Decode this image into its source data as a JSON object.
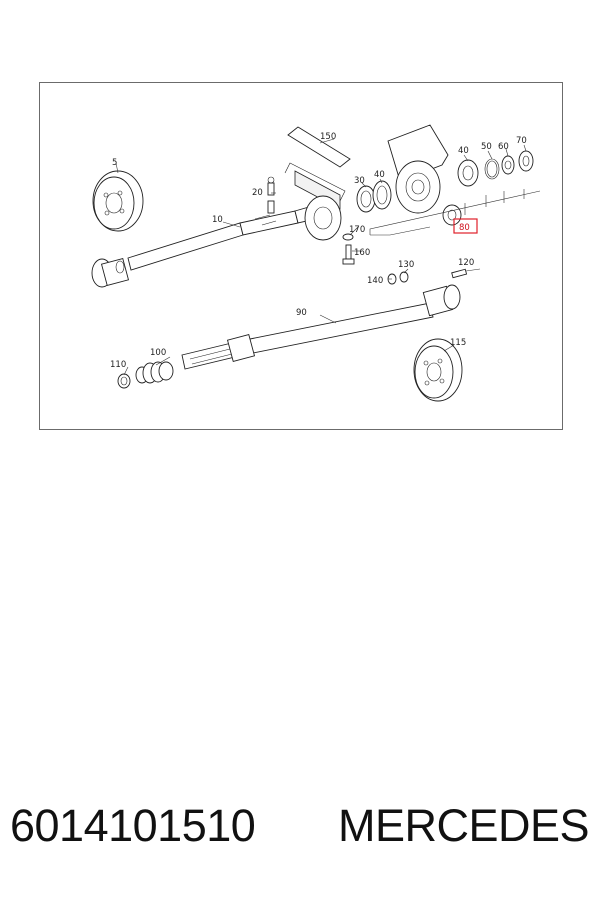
{
  "diagram": {
    "callouts": [
      {
        "id": "c5",
        "text": "5"
      },
      {
        "id": "c10",
        "text": "10"
      },
      {
        "id": "c20",
        "text": "20"
      },
      {
        "id": "c30",
        "text": "30"
      },
      {
        "id": "c40a",
        "text": "40"
      },
      {
        "id": "c40b",
        "text": "40"
      },
      {
        "id": "c50",
        "text": "50"
      },
      {
        "id": "c60",
        "text": "60"
      },
      {
        "id": "c70",
        "text": "70"
      },
      {
        "id": "c90",
        "text": "90"
      },
      {
        "id": "c100",
        "text": "100"
      },
      {
        "id": "c110",
        "text": "110"
      },
      {
        "id": "c115",
        "text": "115"
      },
      {
        "id": "c120",
        "text": "120"
      },
      {
        "id": "c130",
        "text": "130"
      },
      {
        "id": "c140",
        "text": "140"
      },
      {
        "id": "c150",
        "text": "150"
      },
      {
        "id": "c160",
        "text": "160"
      },
      {
        "id": "c170",
        "text": "170"
      }
    ],
    "highlighted_callout": "80",
    "highlight_color": "#e0202a"
  },
  "footer": {
    "part_number": "6014101510",
    "brand": "MERCEDES"
  }
}
